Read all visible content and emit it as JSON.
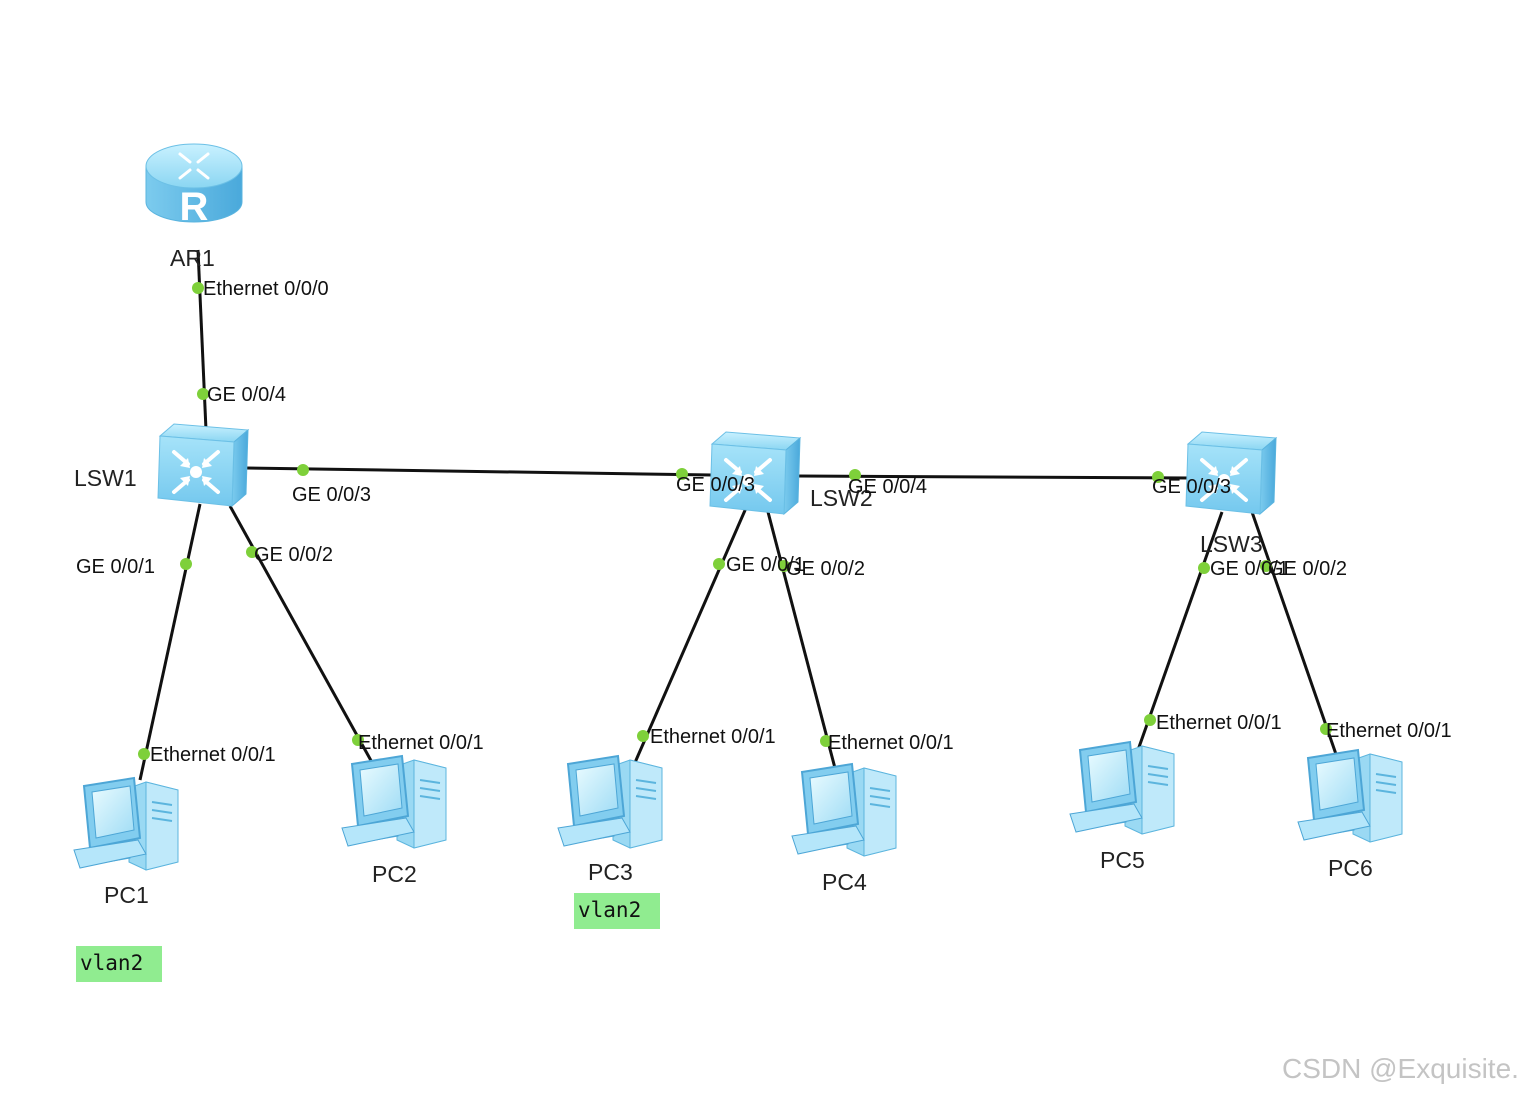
{
  "devices": {
    "ar1": "AR1",
    "lsw1": "LSW1",
    "lsw2": "LSW2",
    "lsw3": "LSW3",
    "pc1": "PC1",
    "pc2": "PC2",
    "pc3": "PC3",
    "pc4": "PC4",
    "pc5": "PC5",
    "pc6": "PC6"
  },
  "ports": {
    "ar1_eth000": "Ethernet 0/0/0",
    "lsw1_ge004": "GE 0/0/4",
    "lsw1_ge003": "GE 0/0/3",
    "lsw1_ge001": "GE 0/0/1",
    "lsw1_ge002": "GE 0/0/2",
    "lsw2_ge003": "GE 0/0/3",
    "lsw2_ge004": "GE 0/0/4",
    "lsw2_ge001": "GE 0/0/1",
    "lsw2_ge002": "GE 0/0/2",
    "lsw3_ge003": "GE 0/0/3",
    "lsw3_ge001": "GE 0/0/1",
    "lsw3_ge002": "GE 0/0/2",
    "pc1_eth": "Ethernet 0/0/1",
    "pc2_eth": "Ethernet 0/0/1",
    "pc3_eth": "Ethernet 0/0/1",
    "pc4_eth": "Ethernet 0/0/1",
    "pc5_eth": "Ethernet 0/0/1",
    "pc6_eth": "Ethernet 0/0/1"
  },
  "tags": {
    "pc1_vlan": "vlan2",
    "pc3_vlan": "vlan2"
  },
  "watermark": "CSDN @Exquisite.",
  "colors": {
    "link": "#111111",
    "port_dot": "#7ed03a",
    "device_fill": "#8fd8f4",
    "device_dark": "#5bbbe6",
    "vlan_tag": "#90ec90"
  }
}
